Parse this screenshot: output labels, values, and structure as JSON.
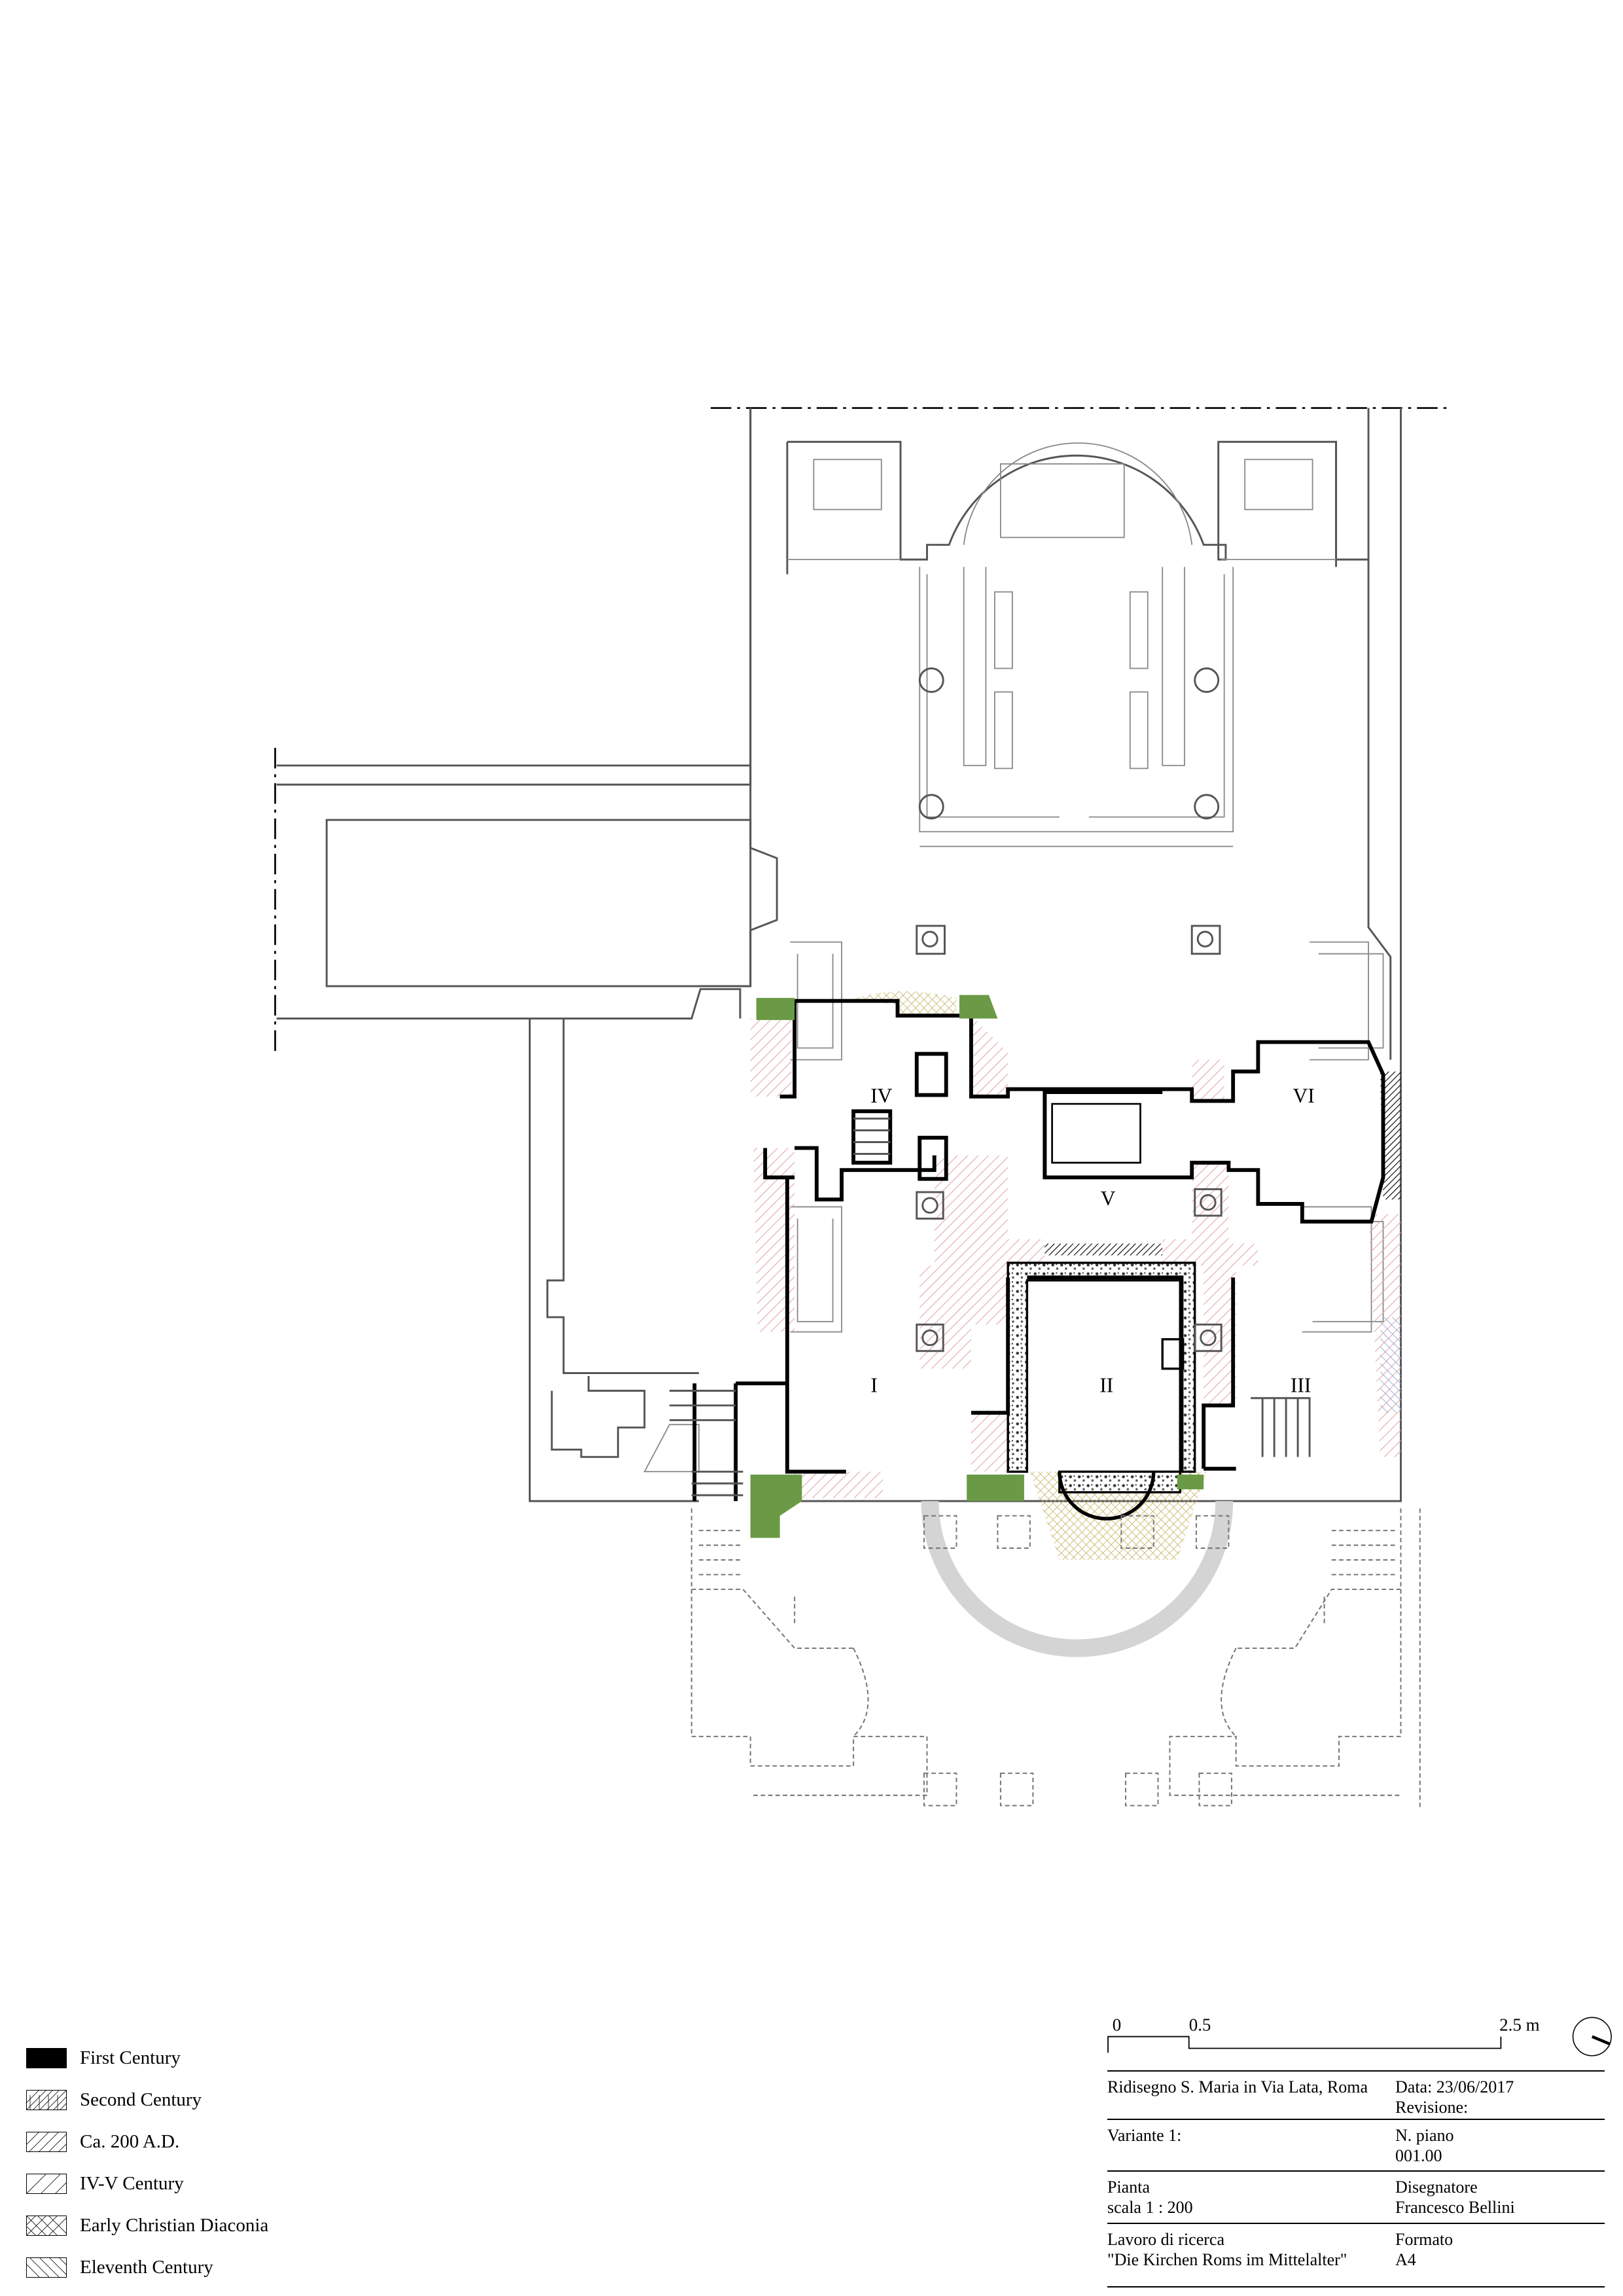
{
  "plan": {
    "room_labels": {
      "r1": "I",
      "r2": "II",
      "r3": "III",
      "r4": "IV",
      "r5": "V",
      "r6": "VI"
    }
  },
  "scale_bar": {
    "tick_0": "0",
    "tick_1": "0.5",
    "tick_2": "2.5 m"
  },
  "legend": [
    {
      "label": "First Century",
      "pattern": "solid"
    },
    {
      "label": "Second Century",
      "pattern": "dense-hatch"
    },
    {
      "label": "Ca. 200 A.D.",
      "pattern": "hatch"
    },
    {
      "label": "IV-V Century",
      "pattern": "wide-hatch"
    },
    {
      "label": "Early Christian Diaconia",
      "pattern": "crosshatch"
    },
    {
      "label": "Eleventh Century",
      "pattern": "back-hatch"
    }
  ],
  "title_block": {
    "title": "Ridisegno S. Maria in Via Lata, Roma",
    "date": "Data: 23/06/2017",
    "revision": "Revisione:",
    "variant": "Variante 1:",
    "plan_no_label": "N. piano",
    "plan_no": "001.00",
    "type": "Pianta",
    "scale": "scala 1 : 200",
    "designer_label": "Disegnatore",
    "designer": "Francesco Bellini",
    "work_label": "Lavoro di ricerca",
    "work_title": "\"Die Kirchen Roms im Mittelalter\"",
    "format_label": "Formato",
    "format": "A4"
  },
  "colors": {
    "green": "#6a9a45",
    "pink_hatch": "#e3a9a9",
    "yellow_hatch": "#c9b86a",
    "gray_ring": "#d4d4d4",
    "blue_hatch": "#8fa8d8"
  }
}
